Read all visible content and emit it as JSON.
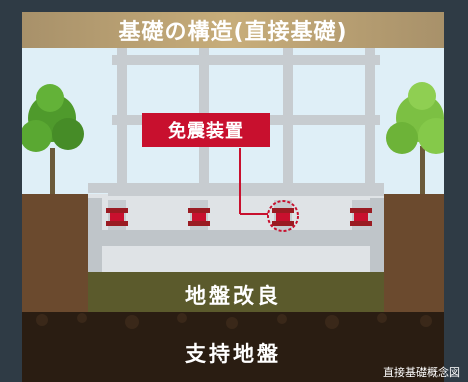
{
  "title": "基礎の構造(直接基礎)",
  "callout_label": "免震装置",
  "layers": {
    "improvement": "地盤改良",
    "support": "支持地盤"
  },
  "caption": "直接基礎概念図",
  "colors": {
    "title_bar": "#c7ad7a",
    "callout": "#c8102e",
    "sky": "#dfeff7",
    "building_frame": "#c7ccd0",
    "improvement_layer": "#5b5a2c",
    "support_layer": "#2a1d12",
    "earth": "#6b4a2e"
  }
}
